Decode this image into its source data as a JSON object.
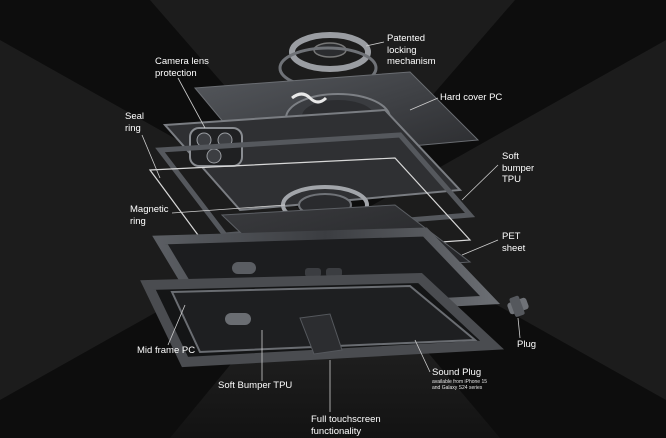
{
  "labels": {
    "locking_mechanism": [
      "Patented",
      "locking",
      "mechanism"
    ],
    "camera_lens_protection": [
      "Camera lens",
      "protection"
    ],
    "hard_cover": [
      "Hard cover PC"
    ],
    "seal_ring": [
      "Seal",
      "ring"
    ],
    "soft_bumper_tpu_top": [
      "Soft",
      "bumper",
      "TPU"
    ],
    "magnetic_ring": [
      "Magnetic",
      "ring"
    ],
    "pet_sheet": [
      "PET",
      "sheet"
    ],
    "plug": [
      "Plug"
    ],
    "mid_frame": [
      "Mid frame PC"
    ],
    "soft_bumper_tpu_bottom": [
      "Soft Bumper TPU"
    ],
    "sound_plug": [
      "Sound Plug"
    ],
    "sound_plug_note": [
      "available from iPhone 15",
      "and Galaxy S24 series"
    ],
    "touchscreen": [
      "Full touchscreen",
      "functionality"
    ]
  },
  "colors": {
    "background": "#0d0d0d",
    "beam": "#3a3a3a",
    "part_dark": "#2b2c2f",
    "part_mid": "#4a4c50",
    "part_light": "#8a8d92",
    "leader": "#cfcfcf"
  }
}
